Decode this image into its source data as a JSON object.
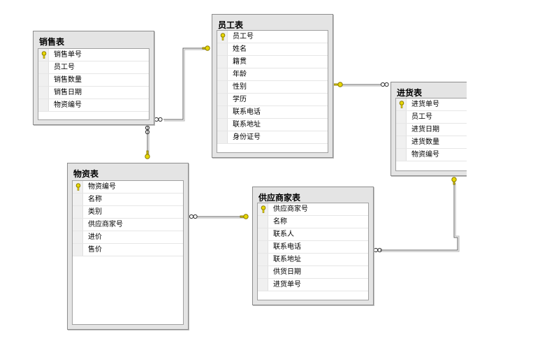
{
  "tables": {
    "sales": {
      "title": "销售表",
      "columns": [
        {
          "name": "销售单号",
          "pk": true
        },
        {
          "name": "员工号",
          "pk": false
        },
        {
          "name": "销售数量",
          "pk": false
        },
        {
          "name": "销售日期",
          "pk": false
        },
        {
          "name": "物资编号",
          "pk": false
        }
      ]
    },
    "employee": {
      "title": "员工表",
      "columns": [
        {
          "name": "员工号",
          "pk": true
        },
        {
          "name": "姓名",
          "pk": false
        },
        {
          "name": "籍贯",
          "pk": false
        },
        {
          "name": "年龄",
          "pk": false
        },
        {
          "name": "性别",
          "pk": false
        },
        {
          "name": "学历",
          "pk": false
        },
        {
          "name": "联系电话",
          "pk": false
        },
        {
          "name": "联系地址",
          "pk": false
        },
        {
          "name": "身份证号",
          "pk": false
        }
      ]
    },
    "purchase": {
      "title": "进货表",
      "columns": [
        {
          "name": "进货单号",
          "pk": true
        },
        {
          "name": "员工号",
          "pk": false
        },
        {
          "name": "进货日期",
          "pk": false
        },
        {
          "name": "进货数量",
          "pk": false
        },
        {
          "name": "物资编号",
          "pk": false
        }
      ]
    },
    "material": {
      "title": "物资表",
      "columns": [
        {
          "name": "物资编号",
          "pk": true
        },
        {
          "name": "名称",
          "pk": false
        },
        {
          "name": "类别",
          "pk": false
        },
        {
          "name": "供应商家号",
          "pk": false
        },
        {
          "name": "进价",
          "pk": false
        },
        {
          "name": "售价",
          "pk": false
        }
      ]
    },
    "supplier": {
      "title": "供应商家表",
      "columns": [
        {
          "name": "供应商家号",
          "pk": true
        },
        {
          "name": "名称",
          "pk": false
        },
        {
          "name": "联系人",
          "pk": false
        },
        {
          "name": "联系电话",
          "pk": false
        },
        {
          "name": "联系地址",
          "pk": false
        },
        {
          "name": "供货日期",
          "pk": false
        },
        {
          "name": "进货单号",
          "pk": false
        }
      ]
    }
  },
  "relationships": [
    {
      "from": "sales",
      "to": "employee"
    },
    {
      "from": "sales",
      "to": "material"
    },
    {
      "from": "purchase",
      "to": "employee"
    },
    {
      "from": "material",
      "to": "supplier"
    },
    {
      "from": "supplier",
      "to": "purchase"
    }
  ],
  "colors": {
    "key": "#e8d800",
    "key_outline": "#8a7a00",
    "line": "#606060",
    "header_bg": "#e4e4e4"
  },
  "icons": {
    "primary_key": "key-icon",
    "one_end": "key-endpoint-icon",
    "many_end": "infinity-icon"
  }
}
